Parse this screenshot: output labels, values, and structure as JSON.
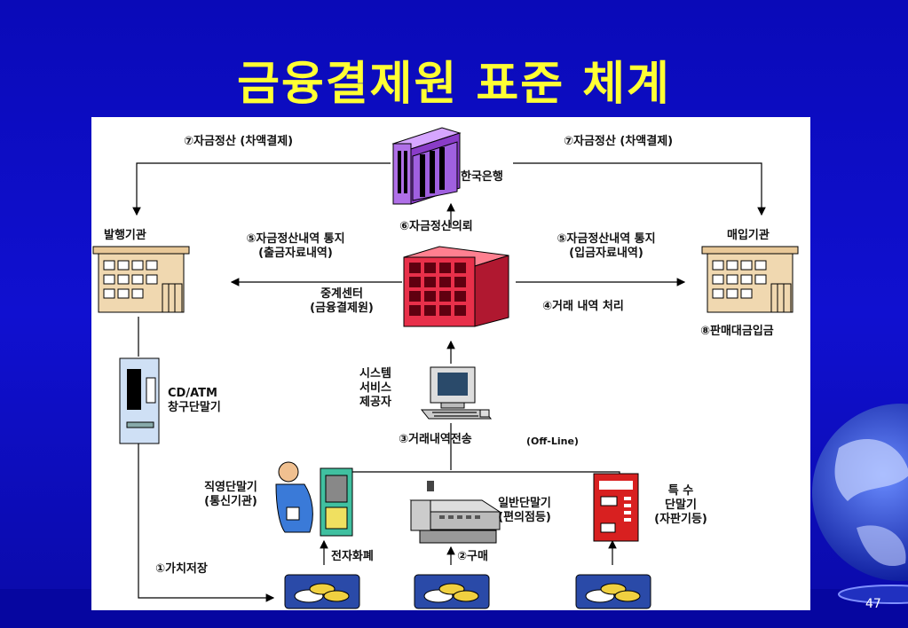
{
  "slide_title": "금융결제원 표준 체계",
  "page_number": "47",
  "labels": {
    "settle_left": "⑦자금정산 (차액결제)",
    "settle_right": "⑦자금정산 (차액결제)",
    "central_bank": "한국은행",
    "issuer": "발행기관",
    "acquirer": "매입기관",
    "notice_left_1": "⑤자금정산내역 통지",
    "notice_left_2": "(출금자료내역)",
    "notice_right_1": "⑤자금정산내역 통지",
    "notice_right_2": "(입금자료내역)",
    "request": "⑥자금정산의뢰",
    "relay_1": "중계센터",
    "relay_2": "(금융결제원)",
    "process": "④거래 내역 처리",
    "deposit": "⑧판매대금입금",
    "atm_1": "CD/ATM",
    "atm_2": "창구단말기",
    "provider_1": "시스템",
    "provider_2": "서비스",
    "provider_3": "제공자",
    "transmit": "③거래내역전송",
    "offline": "(Off-Line)",
    "direct_1": "직영단말기",
    "direct_2": "(통신기관)",
    "general_1": "일반단말기",
    "general_2": "(편의점등)",
    "special_1": "특  수",
    "special_2": "단말기",
    "special_3": "(자판기등)",
    "emoney": "전자화폐",
    "purchase": "②구매",
    "store_value": "①가치저장"
  },
  "colors": {
    "title": "#ffff33",
    "background": "#1010d0",
    "server": "#b070e8",
    "relay": "#e8304a"
  }
}
